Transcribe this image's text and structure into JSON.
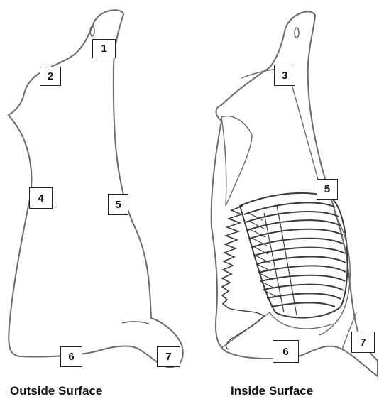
{
  "outside": {
    "caption": "Outside Surface",
    "labels": [
      "1",
      "2",
      "4",
      "5",
      "6",
      "7"
    ]
  },
  "inside": {
    "caption": "Inside Surface",
    "labels": [
      "3",
      "5",
      "6",
      "7"
    ]
  },
  "colors": {
    "line": "#6b6b6b",
    "rib": "#3a3a3a"
  }
}
